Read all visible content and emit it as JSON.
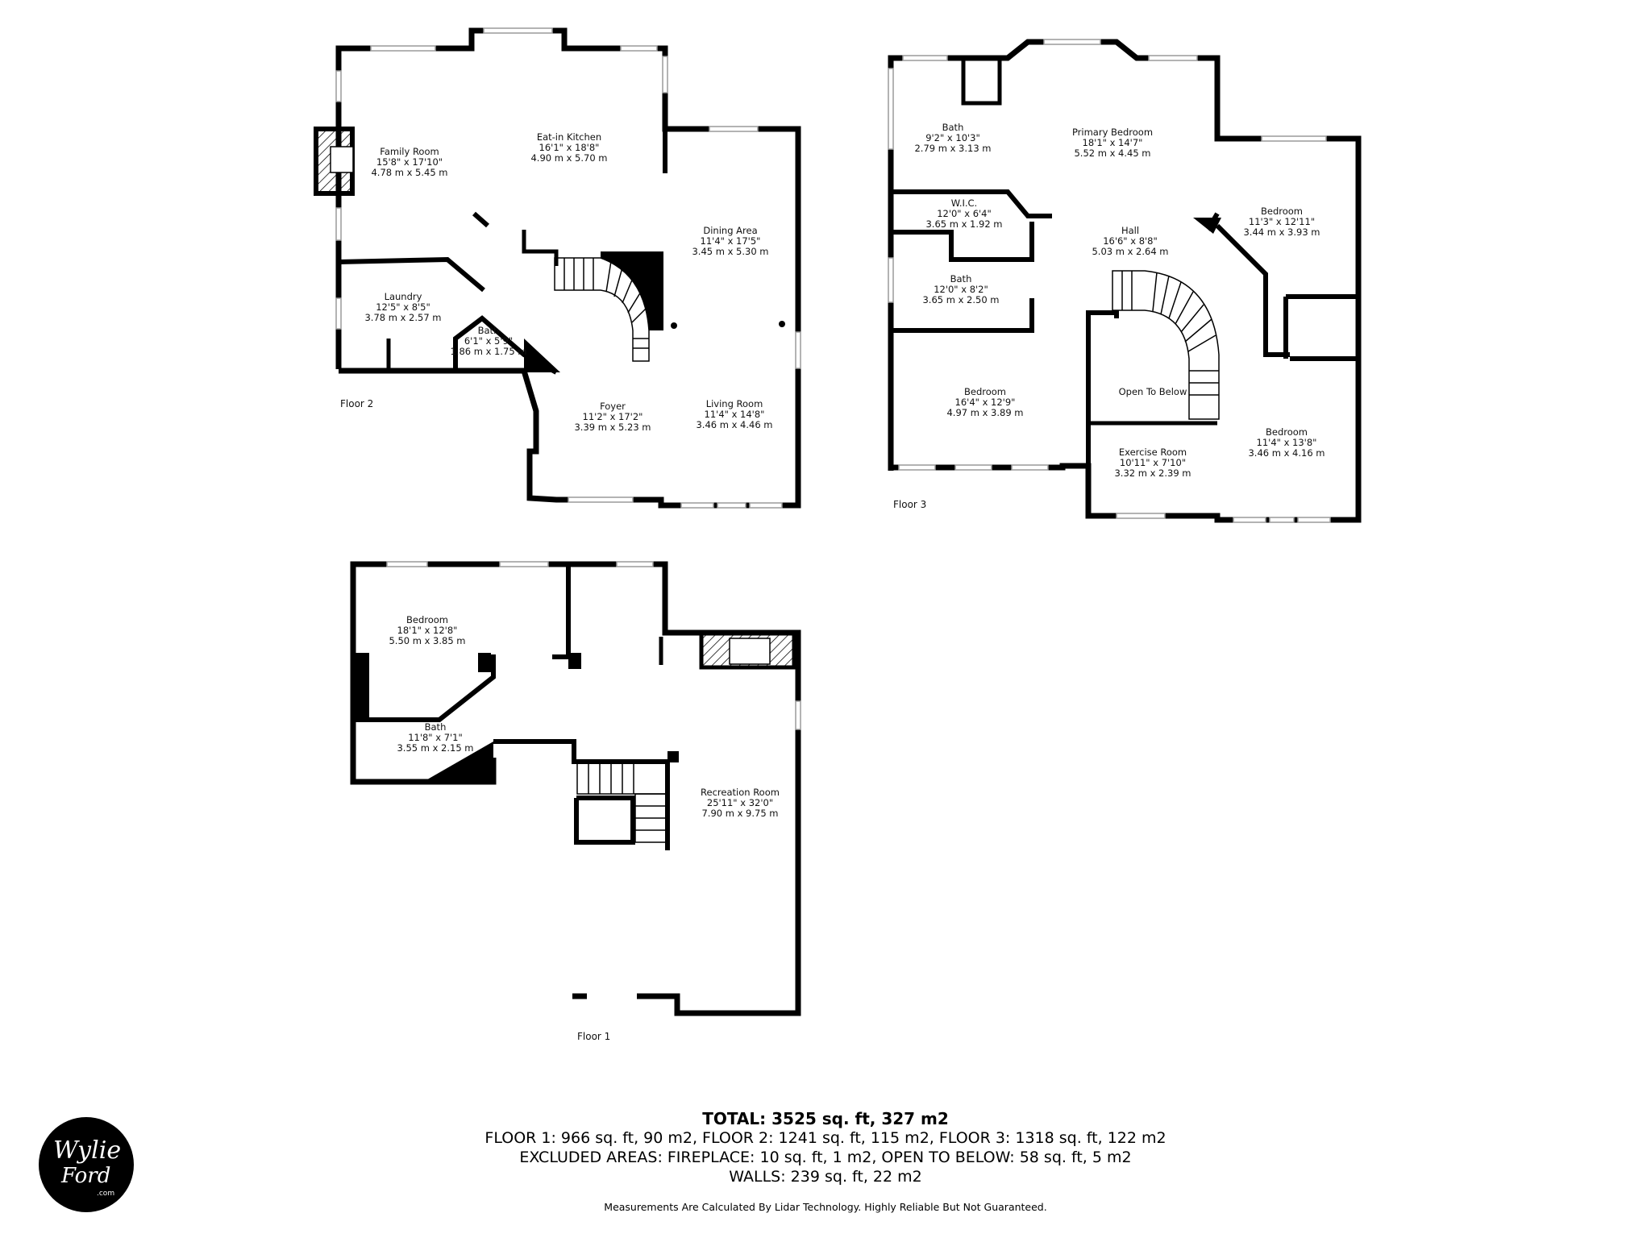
{
  "floors": {
    "floor1": "Floor 1",
    "floor2": "Floor 2",
    "floor3": "Floor 3"
  },
  "rooms": {
    "family_room": {
      "name": "Family Room",
      "imperial": "15'8\" x 17'10\"",
      "metric": "4.78 m x 5.45 m"
    },
    "eat_in_kitchen": {
      "name": "Eat-in Kitchen",
      "imperial": "16'1\" x 18'8\"",
      "metric": "4.90 m x 5.70 m"
    },
    "dining_area": {
      "name": "Dining Area",
      "imperial": "11'4\" x 17'5\"",
      "metric": "3.45 m x 5.30 m"
    },
    "laundry": {
      "name": "Laundry",
      "imperial": "12'5\" x 8'5\"",
      "metric": "3.78 m x 2.57 m"
    },
    "bath_f2": {
      "name": "Bath",
      "imperial": "6'1\" x 5'9\"",
      "metric": "1.86 m x 1.75 m"
    },
    "foyer": {
      "name": "Foyer",
      "imperial": "11'2\" x 17'2\"",
      "metric": "3.39 m x 5.23 m"
    },
    "living_room": {
      "name": "Living Room",
      "imperial": "11'4\" x 14'8\"",
      "metric": "3.46 m x 4.46 m"
    },
    "bath_f3_top": {
      "name": "Bath",
      "imperial": "9'2\" x 10'3\"",
      "metric": "2.79 m x 3.13 m"
    },
    "primary_bedroom": {
      "name": "Primary Bedroom",
      "imperial": "18'1\" x 14'7\"",
      "metric": "5.52 m x 4.45 m"
    },
    "wic": {
      "name": "W.I.C.",
      "imperial": "12'0\" x 6'4\"",
      "metric": "3.65 m x 1.92 m"
    },
    "hall": {
      "name": "Hall",
      "imperial": "16'6\" x 8'8\"",
      "metric": "5.03 m x 2.64 m"
    },
    "bedroom_f3_ne": {
      "name": "Bedroom",
      "imperial": "11'3\" x 12'11\"",
      "metric": "3.44 m x 3.93 m"
    },
    "bath_f3_mid": {
      "name": "Bath",
      "imperial": "12'0\" x 8'2\"",
      "metric": "3.65 m x 2.50 m"
    },
    "bedroom_f3_w": {
      "name": "Bedroom",
      "imperial": "16'4\" x 12'9\"",
      "metric": "4.97 m x 3.89 m"
    },
    "open_to_below": {
      "name": "Open To Below"
    },
    "exercise_room": {
      "name": "Exercise Room",
      "imperial": "10'11\" x 7'10\"",
      "metric": "3.32 m x 2.39 m"
    },
    "bedroom_f3_se": {
      "name": "Bedroom",
      "imperial": "11'4\" x 13'8\"",
      "metric": "3.46 m x 4.16 m"
    },
    "bedroom_f1": {
      "name": "Bedroom",
      "imperial": "18'1\" x 12'8\"",
      "metric": "5.50 m x 3.85 m"
    },
    "bath_f1": {
      "name": "Bath",
      "imperial": "11'8\" x 7'1\"",
      "metric": "3.55 m x 2.15 m"
    },
    "recreation_room": {
      "name": "Recreation Room",
      "imperial": "25'11\" x 32'0\"",
      "metric": "7.90 m x 9.75 m"
    }
  },
  "totals": {
    "total": "TOTAL: 3525 sq. ft, 327 m2",
    "floors": "FLOOR 1: 966 sq. ft, 90 m2, FLOOR 2: 1241 sq. ft, 115 m2, FLOOR 3: 1318 sq. ft, 122 m2",
    "excluded": "EXCLUDED AREAS: FIREPLACE: 10 sq. ft, 1 m2, OPEN TO BELOW: 58 sq. ft, 5 m2",
    "walls": "WALLS: 239 sq. ft, 22 m2"
  },
  "disclaimer": "Measurements Are Calculated By Lidar Technology. Highly Reliable But Not Guaranteed.",
  "logo": {
    "line1": "Wylie",
    "line2": "Ford",
    "line3": ".com"
  },
  "colors": {
    "wall": "#000000",
    "window": "#bdbdbd",
    "background": "#ffffff"
  }
}
